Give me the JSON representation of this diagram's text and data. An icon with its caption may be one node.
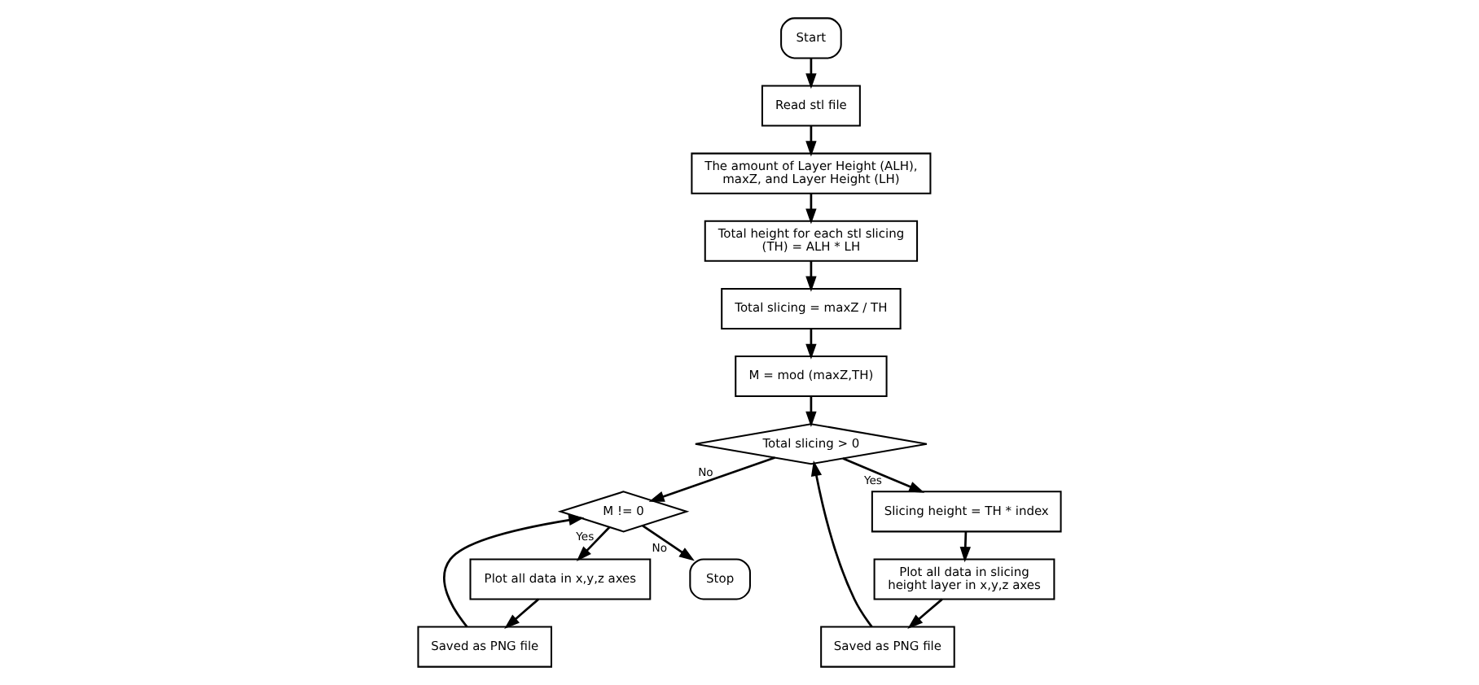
{
  "diagram": {
    "nodes": [
      {
        "text": [
          "Start"
        ]
      },
      {
        "text": [
          "Read stl file"
        ]
      },
      {
        "text": [
          "The amount of Layer Height (ALH), maxZ, and Layer Height (LH)"
        ]
      },
      {
        "text": [
          "Total height for each stl slicing (TH) = ALH * LH"
        ]
      },
      {
        "text": [
          "Total slicing = maxZ / TH"
        ]
      },
      {
        "text": [
          "M = mod (maxZ,TH)"
        ]
      },
      {
        "text": [
          "Total slicing > 0"
        ]
      },
      {
        "text": [
          "Slicing height = TH * index"
        ]
      },
      {
        "text": [
          "Plot all data in slicing height layer in x,y,z axes"
        ]
      },
      {
        "text": [
          "Saved as PNG file"
        ]
      },
      {
        "text": [
          "M != 0"
        ]
      },
      {
        "text": [
          "Plot all data in x,y,z axes"
        ]
      },
      {
        "text": [
          "Saved as PNG file"
        ]
      },
      {
        "text": [
          "Stop"
        ]
      }
    ],
    "edges": [
      {
        "from": 0,
        "to": 1,
        "arrow": "to"
      },
      {
        "from": 1,
        "to": 2,
        "arrow": "to"
      },
      {
        "from": 2,
        "to": 3,
        "arrow": "to"
      },
      {
        "from": 3,
        "to": 4,
        "arrow": "to"
      },
      {
        "from": 4,
        "to": 5,
        "arrow": "to"
      },
      {
        "from": 5,
        "to": 6,
        "arrow": "to"
      },
      {
        "from": 6,
        "to": 7,
        "arrow": "to",
        "label": "Yes"
      },
      {
        "from": 7,
        "to": 8,
        "arrow": "to"
      },
      {
        "from": 8,
        "to": 9,
        "arrow": "to"
      },
      {
        "from": 9,
        "to": 6,
        "arrow": "to"
      },
      {
        "from": 6,
        "to": 10,
        "arrow": "to",
        "label": "No"
      },
      {
        "from": 10,
        "to": 11,
        "arrow": "to",
        "label": "Yes"
      },
      {
        "from": 11,
        "to": 12,
        "arrow": "to"
      },
      {
        "from": 12,
        "to": 10,
        "arrow": "to"
      },
      {
        "from": 10,
        "to": 13,
        "arrow": "to",
        "label": "No"
      }
    ]
  }
}
